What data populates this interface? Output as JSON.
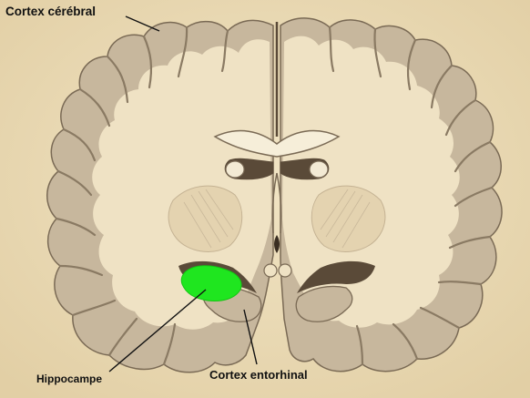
{
  "labels": {
    "cerebral_cortex": "Cortex cérébral",
    "hippocampus": "Hippocampe",
    "entorhinal_cortex": "Cortex entorhinal"
  },
  "colors": {
    "background": "#e9d9b4",
    "cortex_grey_matter": "#c7b79d",
    "white_matter": "#efe2c4",
    "outline": "#7a6a55",
    "hippocampus_highlight": "#1fe61f",
    "leader_line": "#111111"
  }
}
